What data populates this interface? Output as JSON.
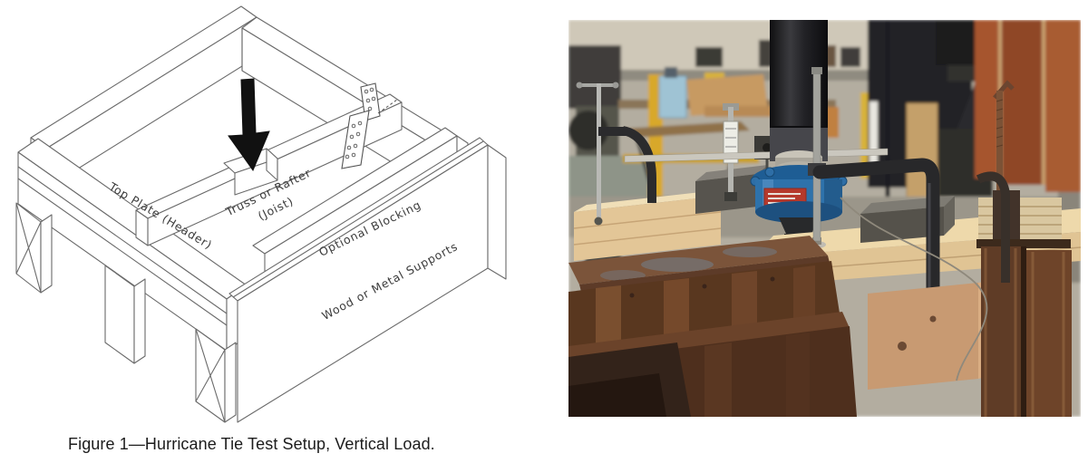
{
  "figure": {
    "caption": "Figure 1—Hurricane Tie Test Setup, Vertical Load."
  },
  "diagram": {
    "labels": {
      "top_plate": "Top Plate (Header)",
      "truss_line1": "Truss or Rafter",
      "truss_line2": "(Joist)",
      "optional_blocking": "Optional Blocking",
      "wood_or_metal_supports": "Wood or Metal Supports"
    }
  },
  "photo": {
    "description": "Color lab photograph: dark hydraulic ram pressing through a blue load cell onto clamped lumber specimens resting on rusty steel cribbing beams, with C-clamps, dial gauges and shop equipment in the background.",
    "colors": {
      "load_cell_blue": "#2e72ab",
      "label_red": "#b5392c",
      "wood_light": "#e3c697",
      "steel_rust": "#6b432a",
      "clamp_dark": "#2a2a2c"
    }
  },
  "page": {
    "background": "#ffffff"
  }
}
